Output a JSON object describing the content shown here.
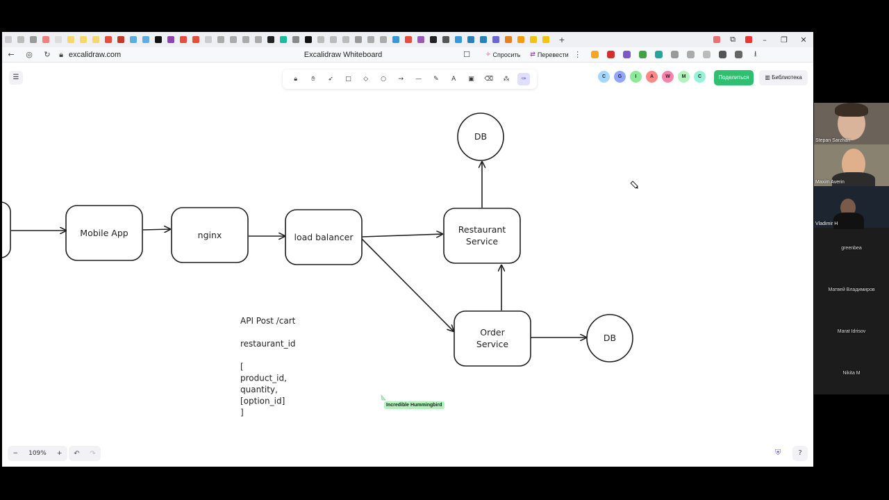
{
  "browser": {
    "url": "excalidraw.com",
    "page_title": "Excalidraw Whiteboard",
    "ask_label": "Спросить",
    "translate_label": "Перевести"
  },
  "toolbar": {
    "tools": [
      "lock-icon",
      "hand-icon",
      "pointer-icon",
      "rectangle-icon",
      "diamond-icon",
      "ellipse-icon",
      "arrow-icon",
      "line-icon",
      "pencil-icon",
      "text-icon",
      "image-icon",
      "eraser-icon",
      "shapes-icon",
      "laser-icon"
    ]
  },
  "collaborators": [
    {
      "initial": "C",
      "color": "#a5d8ff"
    },
    {
      "initial": "G",
      "color": "#91a7ff"
    },
    {
      "initial": "I",
      "color": "#8ce99a"
    },
    {
      "initial": "A",
      "color": "#ff8787"
    },
    {
      "initial": "W",
      "color": "#f783ac"
    },
    {
      "initial": "M",
      "color": "#b2f2bb"
    },
    {
      "initial": "C",
      "color": "#96f2d7"
    }
  ],
  "share_label": "Поделиться",
  "library_label": "Библиотека",
  "zoom": "109%",
  "diagram": {
    "nodes": {
      "mobile_app": "Mobile App",
      "nginx": "nginx",
      "load_balancer": "load balancer",
      "restaurant_service_line1": "Restaurant",
      "restaurant_service_line2": "Service",
      "order_service_line1": "Order",
      "order_service_line2": "Service",
      "db_top": "DB",
      "db_bottom": "DB"
    },
    "note_lines": [
      "API Post /cart",
      "",
      "restaurant_id",
      "",
      "[",
      "product_id,",
      "quantity,",
      "[option_id]",
      "]"
    ]
  },
  "cursor_label": "Incredible Hummingbird",
  "participants": [
    {
      "name": "Stepan Sarzhan",
      "video": true
    },
    {
      "name": "Maxim Averin",
      "video": true
    },
    {
      "name": "Vladimir H",
      "video": true
    },
    {
      "name": "greenbea",
      "video": false
    },
    {
      "name": "Матвей Владимиров",
      "video": false
    },
    {
      "name": "Marat Idrisov",
      "video": false
    },
    {
      "name": "Nikita M",
      "video": false
    }
  ]
}
